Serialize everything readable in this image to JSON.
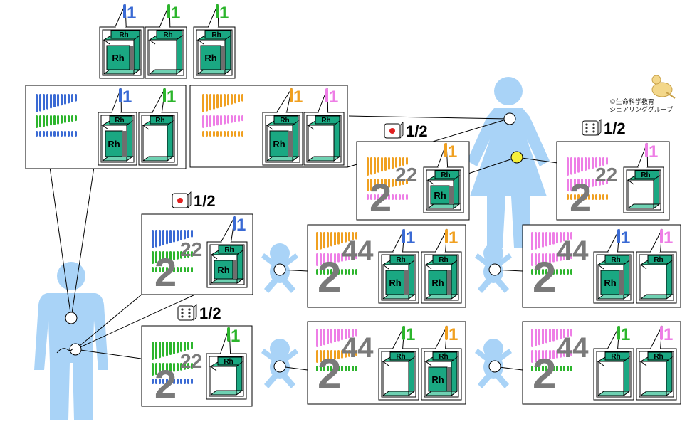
{
  "colors": {
    "body_blue": "#a9d3f7",
    "cube_green": "#1aa882",
    "cube_light": "#6ed1b2",
    "cube_top": "#32c090",
    "rh_gray": "#6e6e6e",
    "chrom1_blue": "#3a6ad4",
    "chrom1_green": "#2cb52c",
    "chrom1_orange": "#f0a020",
    "chrom1_pink": "#ee7ee6",
    "ploidy_gray": "#7a7a7a",
    "egg_yellow": "#f5ef3a",
    "die_pip_red": "#e02020"
  },
  "labels": {
    "rh": "Rh",
    "one": "1",
    "half": "1/2",
    "haploid_n": "22",
    "diploid_n": "44",
    "two": "2"
  },
  "copyright": {
    "line1": "©生命科学教育",
    "line2": "シェアリンググループ"
  },
  "figures": [
    {
      "id": "father",
      "sex": "male",
      "role": "parent"
    },
    {
      "id": "mother",
      "sex": "female",
      "role": "parent"
    },
    {
      "id": "child1",
      "role": "child",
      "genotype": [
        "Rh",
        "Rh"
      ]
    },
    {
      "id": "child2",
      "role": "child",
      "genotype": [
        "Rh",
        "-"
      ]
    },
    {
      "id": "child3",
      "role": "child",
      "genotype": [
        "-",
        "Rh"
      ]
    },
    {
      "id": "child4",
      "role": "child",
      "genotype": [
        "-",
        "-"
      ]
    }
  ],
  "chromosome1_callouts": [
    {
      "id": "father-top-1",
      "color": "blue",
      "rh": true
    },
    {
      "id": "father-top-2",
      "color": "green",
      "rh": false
    },
    {
      "id": "father-top-3",
      "color": "green",
      "rh": true
    }
  ]
}
